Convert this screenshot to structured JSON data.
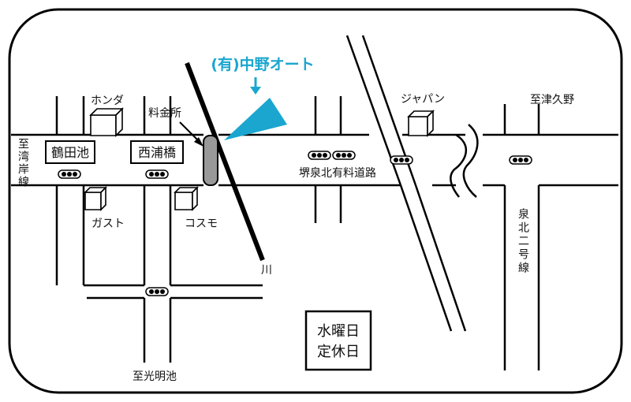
{
  "shop": {
    "name": "(有)中野オート"
  },
  "stores": {
    "honda": "ホンダ",
    "japan": "ジャパン",
    "gusto": "ガスト",
    "cosmo": "コスモ"
  },
  "landmarks": {
    "tollbooth": "料金所",
    "river": "川",
    "tsurutaike": "鶴田池",
    "nishiurabashi": "西浦橋"
  },
  "roads": {
    "expressway": "堺泉北有料道路",
    "senboku2": "泉北二号線"
  },
  "directions": {
    "wangan": "至湾岸線",
    "tsukuno": "至津久野",
    "komyoike": "至光明池"
  },
  "notice": {
    "line1": "水曜日",
    "line2": "定休日"
  },
  "colors": {
    "accent": "#1aa6cf",
    "road": "#000000",
    "tollbooth": "#999999"
  }
}
